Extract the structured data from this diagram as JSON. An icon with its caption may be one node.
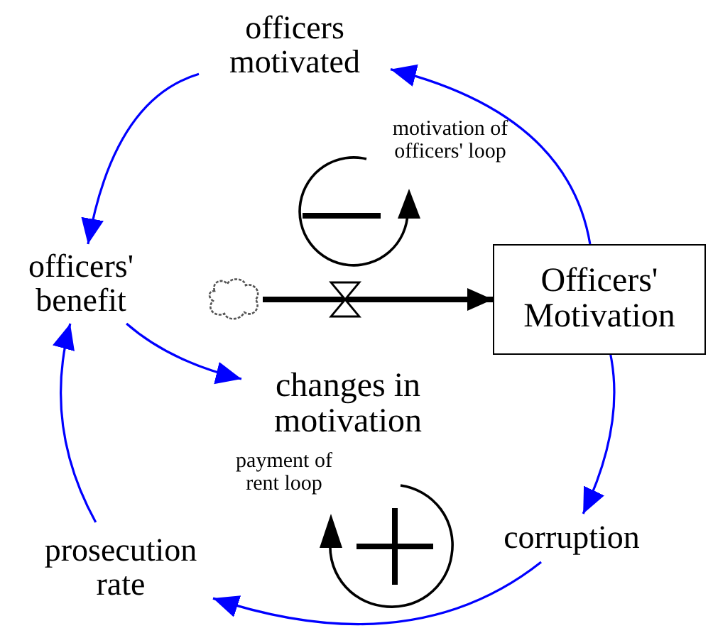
{
  "diagram": {
    "nodes": [
      {
        "text": [
          "officers motivated"
        ]
      },
      {
        "text": [
          "officers' benefit"
        ]
      },
      {
        "text": [],
        "shape": "cloud"
      },
      {
        "text": [
          "changes in motivation"
        ]
      },
      {
        "text": [
          "Officers' Motivation"
        ]
      },
      {
        "text": [
          "corruption"
        ]
      },
      {
        "text": [
          "prosecution rate"
        ]
      }
    ],
    "edges": [
      {
        "from": 4,
        "to": 0,
        "arrow": "to"
      },
      {
        "from": 0,
        "to": 1,
        "arrow": "to"
      },
      {
        "from": 1,
        "to": 3,
        "arrow": "to"
      },
      {
        "from": 4,
        "to": 5,
        "arrow": "to"
      },
      {
        "from": 5,
        "to": 6,
        "arrow": "to"
      },
      {
        "from": 6,
        "to": 1,
        "arrow": "to"
      },
      {
        "from": 2,
        "to": 4,
        "arrow": "to",
        "style": "thick",
        "color": "#000000"
      }
    ],
    "labels": [
      "motivation of officers' loop",
      "payment of rent loop"
    ]
  }
}
